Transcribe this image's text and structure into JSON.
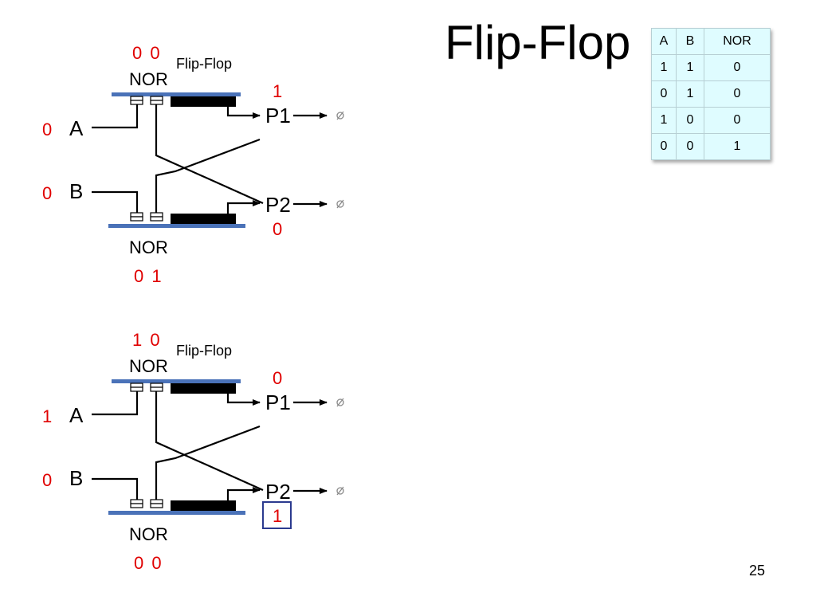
{
  "slide": {
    "title": "Flip-Flop",
    "page_number": "25"
  },
  "truth_table": {
    "headers": [
      "A",
      "B",
      "NOR"
    ],
    "rows": [
      [
        "1",
        "1",
        "0"
      ],
      [
        "0",
        "1",
        "0"
      ],
      [
        "1",
        "0",
        "0"
      ],
      [
        "0",
        "0",
        "1"
      ]
    ]
  },
  "circuits": [
    {
      "caption": "Flip-Flop",
      "top_gate": {
        "label": "NOR",
        "inputs": "0 0"
      },
      "bottom_gate": {
        "label": "NOR",
        "inputs": "0 1"
      },
      "input_a": {
        "name": "A",
        "value": "0"
      },
      "input_b": {
        "name": "B",
        "value": "0"
      },
      "output_p1": {
        "name": "P1",
        "value": "1"
      },
      "output_p2": {
        "name": "P2",
        "value": "0"
      },
      "p2_highlighted": false
    },
    {
      "caption": "Flip-Flop",
      "top_gate": {
        "label": "NOR",
        "inputs": "1 0"
      },
      "bottom_gate": {
        "label": "NOR",
        "inputs": "0 0"
      },
      "input_a": {
        "name": "A",
        "value": "1"
      },
      "input_b": {
        "name": "B",
        "value": "0"
      },
      "output_p1": {
        "name": "P1",
        "value": "0"
      },
      "output_p2": {
        "name": "P2",
        "value": "1"
      },
      "p2_highlighted": true
    }
  ],
  "colors": {
    "gate_bar": "#4a72b8",
    "value_text": "#e00000",
    "highlight_box": "#2b3a8f",
    "table_fill": "#dffcff"
  }
}
